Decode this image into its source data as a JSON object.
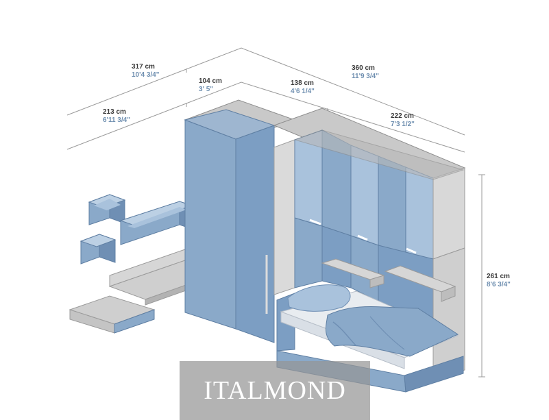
{
  "dimensions": {
    "overall_left": {
      "cm": "317 cm",
      "imperial": "10'4 3/4\""
    },
    "overall_right": {
      "cm": "360 cm",
      "imperial": "11'9 3/4\""
    },
    "desk_depth": {
      "cm": "104 cm",
      "imperial": "3' 5\""
    },
    "wardrobe_width": {
      "cm": "138 cm",
      "imperial": "4'6 1/4\""
    },
    "lower_left": {
      "cm": "213 cm",
      "imperial": "6'11 3/4\""
    },
    "bridge_width": {
      "cm": "222 cm",
      "imperial": "7'3 1/2\""
    },
    "height": {
      "cm": "261 cm",
      "imperial": "8'6 3/4\""
    }
  },
  "watermark": "ITALMOND",
  "colors": {
    "blue_light": "#a9c2dc",
    "blue_mid": "#8aa9c9",
    "blue_dark": "#6f8fb4",
    "grey": "#cfcfcf",
    "grey_dark": "#a8a8a8",
    "imperial_text": "#6f8fb0"
  }
}
